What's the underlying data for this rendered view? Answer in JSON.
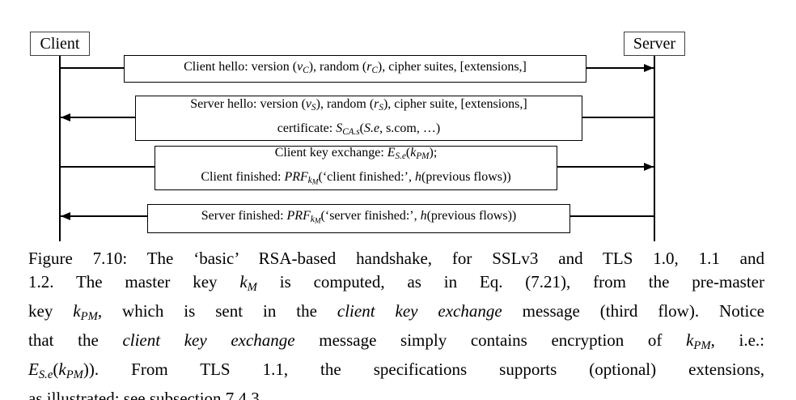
{
  "colors": {
    "background": "#ffffff",
    "line": "#000000",
    "actor_border": "#3f3f3f"
  },
  "diagram": {
    "actors": [
      {
        "label": "Client"
      },
      {
        "label": "Server"
      }
    ],
    "messages": [
      {
        "from": "Client",
        "to": "Server",
        "lines": [
          [
            {
              "t": "Client hello: version (",
              "s": "r"
            },
            {
              "t": "v",
              "s": "i"
            },
            {
              "t": "C",
              "s": "sub"
            },
            {
              "t": "), random (",
              "s": "r"
            },
            {
              "t": "r",
              "s": "i"
            },
            {
              "t": "C",
              "s": "sub"
            },
            {
              "t": "), cipher suites, [extensions,]",
              "s": "r"
            }
          ]
        ]
      },
      {
        "from": "Server",
        "to": "Client",
        "lines": [
          [
            {
              "t": "Server hello: version (",
              "s": "r"
            },
            {
              "t": "v",
              "s": "i"
            },
            {
              "t": "S",
              "s": "sub"
            },
            {
              "t": "), random (",
              "s": "r"
            },
            {
              "t": "r",
              "s": "i"
            },
            {
              "t": "S",
              "s": "sub"
            },
            {
              "t": "), cipher suite, [extensions,]",
              "s": "r"
            }
          ],
          [
            {
              "t": "certificate: ",
              "s": "r"
            },
            {
              "t": "S",
              "s": "i"
            },
            {
              "t": "CA.s",
              "s": "sub"
            },
            {
              "t": "(",
              "s": "r"
            },
            {
              "t": "S.e",
              "s": "i"
            },
            {
              "t": ", s.com, …)",
              "s": "r"
            }
          ]
        ]
      },
      {
        "from": "Client",
        "to": "Server",
        "lines": [
          [
            {
              "t": "Client key exchange: ",
              "s": "r"
            },
            {
              "t": "E",
              "s": "i"
            },
            {
              "t": "S.e",
              "s": "sub"
            },
            {
              "t": "(",
              "s": "r"
            },
            {
              "t": "k",
              "s": "i"
            },
            {
              "t": "PM",
              "s": "sub"
            },
            {
              "t": ");",
              "s": "r"
            }
          ],
          [
            {
              "t": "Client finished: ",
              "s": "r"
            },
            {
              "t": "PRF",
              "s": "i"
            },
            {
              "t": "k",
              "s": "sub"
            },
            {
              "t": "M",
              "s": "sub2"
            },
            {
              "t": "(‘client finished:’, ",
              "s": "r"
            },
            {
              "t": "h",
              "s": "i"
            },
            {
              "t": "(previous flows))",
              "s": "r"
            }
          ]
        ]
      },
      {
        "from": "Server",
        "to": "Client",
        "lines": [
          [
            {
              "t": "Server finished: ",
              "s": "r"
            },
            {
              "t": "PRF",
              "s": "i"
            },
            {
              "t": "k",
              "s": "sub"
            },
            {
              "t": "M",
              "s": "sub2"
            },
            {
              "t": "(‘server finished:’, ",
              "s": "r"
            },
            {
              "t": "h",
              "s": "i"
            },
            {
              "t": "(previous flows))",
              "s": "r"
            }
          ]
        ]
      }
    ]
  },
  "caption": {
    "lines": [
      [
        {
          "t": "Figure 7.10: The ‘basic’ RSA-based handshake, for SSLv3 and TLS 1.0, 1.1 and",
          "s": "r"
        }
      ],
      [
        {
          "t": "1.2. The master key ",
          "s": "r"
        },
        {
          "t": "k",
          "s": "i"
        },
        {
          "t": "M",
          "s": "sub"
        },
        {
          "t": " is computed, as in Eq. (7.21), from the pre-master",
          "s": "r"
        }
      ],
      [
        {
          "t": "key ",
          "s": "r"
        },
        {
          "t": "k",
          "s": "i"
        },
        {
          "t": "PM",
          "s": "sub"
        },
        {
          "t": ", which is sent in the ",
          "s": "r"
        },
        {
          "t": "client key exchange",
          "s": "i"
        },
        {
          "t": " message (third flow). Notice",
          "s": "r"
        }
      ],
      [
        {
          "t": "that the ",
          "s": "r"
        },
        {
          "t": "client key exchange",
          "s": "i"
        },
        {
          "t": " message simply contains encryption of ",
          "s": "r"
        },
        {
          "t": "k",
          "s": "i"
        },
        {
          "t": "PM",
          "s": "sub"
        },
        {
          "t": ", i.e.:",
          "s": "r"
        }
      ],
      [
        {
          "t": "E",
          "s": "i"
        },
        {
          "t": "S.e",
          "s": "sub"
        },
        {
          "t": "(",
          "s": "r"
        },
        {
          "t": "k",
          "s": "i"
        },
        {
          "t": "PM",
          "s": "sub"
        },
        {
          "t": ")). From TLS 1.1, the specifications supports (optional) extensions,",
          "s": "r"
        }
      ],
      [
        {
          "t": "as illustrated; see subsection 7.4.3.",
          "s": "r"
        }
      ]
    ]
  }
}
